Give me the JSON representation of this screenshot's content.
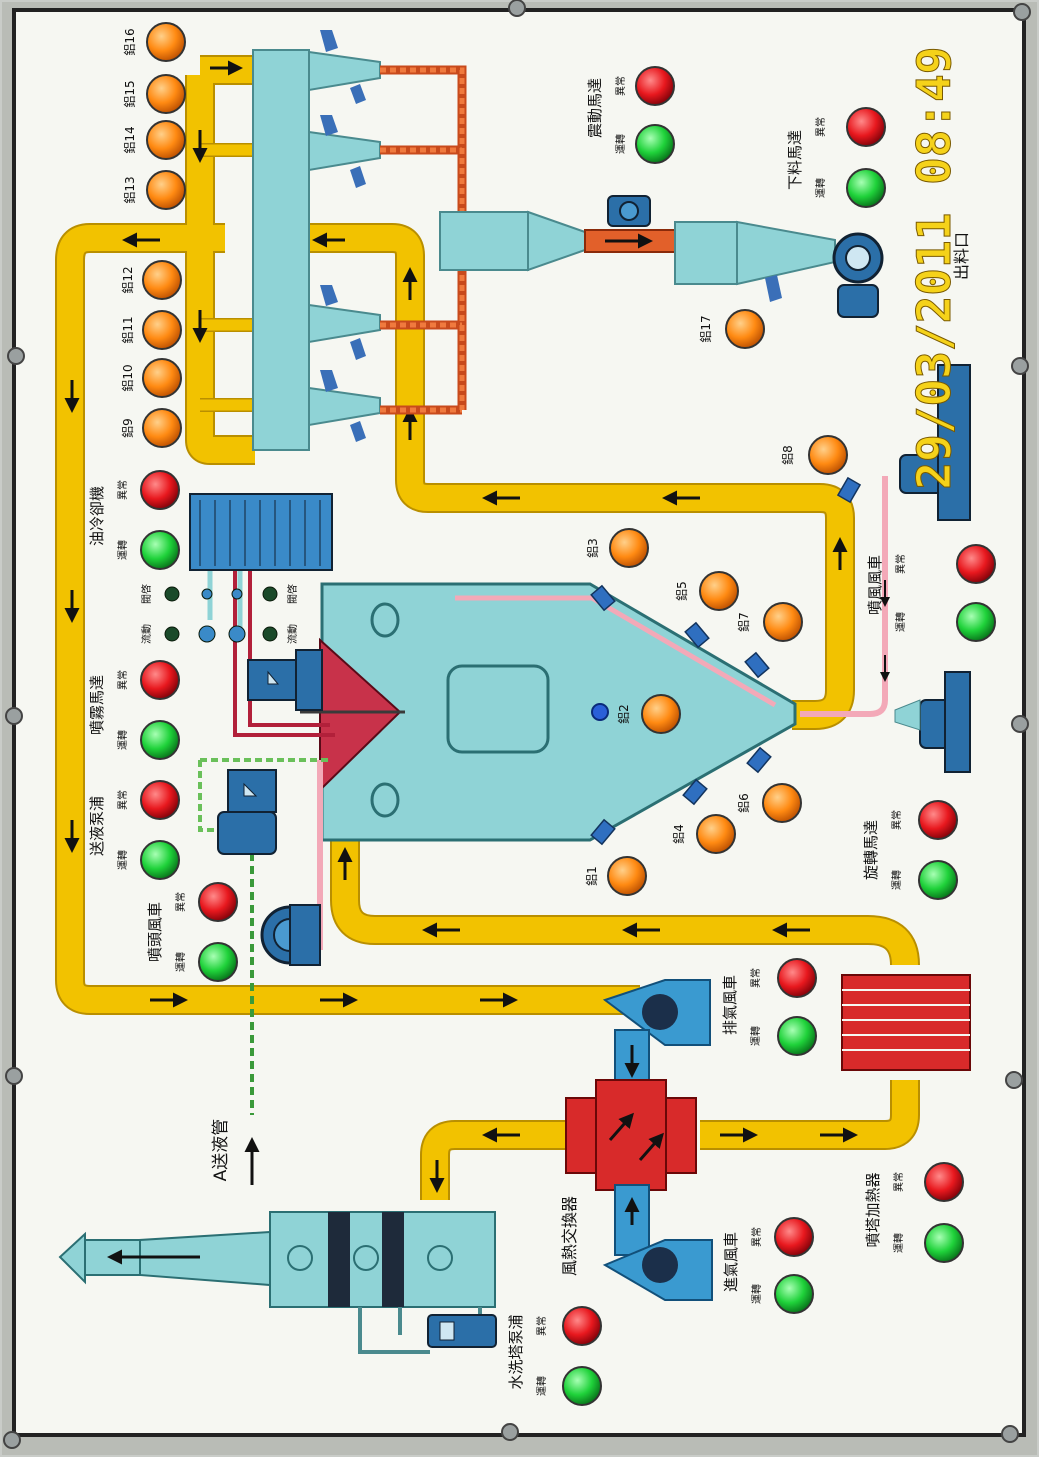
{
  "timestamp": "29/03/2011 08:49",
  "panel_labels": {
    "outlet": "出料口",
    "feed_in": "A送液管",
    "heat_exchanger": "風熱交換器",
    "valve_closed": "閥啓",
    "valve_flow": "流動"
  },
  "status": {
    "run": "運轉",
    "fault": "異常"
  },
  "machines": [
    {
      "name": "震動馬達"
    },
    {
      "name": "下料馬達"
    },
    {
      "name": "油冷卻機"
    },
    {
      "name": "噴霧馬達"
    },
    {
      "name": "送液泵浦"
    },
    {
      "name": "噴頭風車"
    },
    {
      "name": "噴風風車"
    },
    {
      "name": "旋轉馬達"
    },
    {
      "name": "排氣風車"
    },
    {
      "name": "進氣風車"
    },
    {
      "name": "噴塔加熱器"
    },
    {
      "name": "水洗塔泵浦"
    }
  ],
  "sensors": [
    {
      "label": "鋁1"
    },
    {
      "label": "鋁2"
    },
    {
      "label": "鋁3"
    },
    {
      "label": "鋁4"
    },
    {
      "label": "鋁5"
    },
    {
      "label": "鋁6"
    },
    {
      "label": "鋁7"
    },
    {
      "label": "鋁8"
    },
    {
      "label": "鋁9"
    },
    {
      "label": "鋁10"
    },
    {
      "label": "鋁11"
    },
    {
      "label": "鋁12"
    },
    {
      "label": "鋁13"
    },
    {
      "label": "鋁14"
    },
    {
      "label": "鋁15"
    },
    {
      "label": "鋁16"
    },
    {
      "label": "鋁17"
    }
  ],
  "colors": {
    "panel": "#f6f7f2",
    "duct": "#f2c200",
    "duct_edge": "#b98f00",
    "vessel": "#7fcfcf",
    "fan": "#3a8fc4",
    "heater": "#d82a2a",
    "lamp_orange": "#ff8a12",
    "lamp_red": "#e8181e",
    "lamp_green": "#1fd23a",
    "pipe_red": "#e2602a",
    "pipe_pink": "#f3a9b8"
  }
}
